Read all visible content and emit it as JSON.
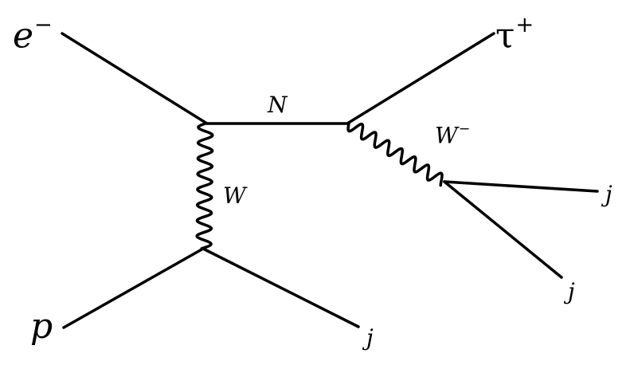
{
  "diagram": {
    "line_color": "#000000",
    "background": "#ffffff",
    "labels": {
      "electron": {
        "base": "e",
        "sup": "−"
      },
      "proton": {
        "base": "p"
      },
      "tau": {
        "base": "τ",
        "sup": "+"
      },
      "neutrino": {
        "base": "N"
      },
      "w_tchannel": {
        "base": "W"
      },
      "w_minus": {
        "base": "W",
        "sup": "−"
      },
      "jet_bottom": {
        "base": "j"
      },
      "jet_upper": {
        "base": "j"
      },
      "jet_lower": {
        "base": "j"
      }
    }
  }
}
